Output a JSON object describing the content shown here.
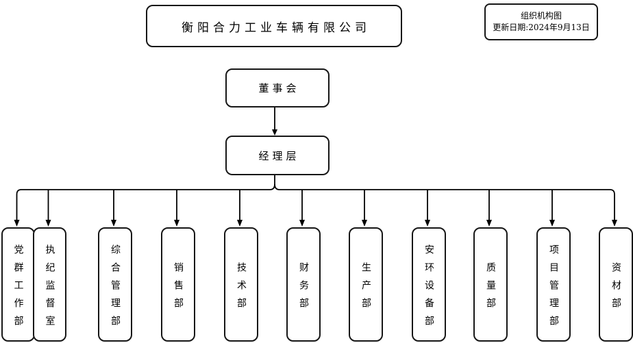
{
  "company_title": "衡阳合力工业车辆有限公司",
  "legend": {
    "title": "组织机构图",
    "updated": "更新日期:2024年9月13日"
  },
  "nodes": {
    "board": "董事会",
    "management": "经理层"
  },
  "departments": [
    "党群工作部",
    "执纪监督室",
    "综合管理部",
    "销售部",
    "技术部",
    "财务部",
    "生产部",
    "安环设备部",
    "质量部",
    "项目管理部",
    "资材部"
  ],
  "structure": {
    "root": "董事会",
    "root_child": "经理层",
    "management_children": [
      "党群工作部",
      "执纪监督室",
      "综合管理部",
      "销售部",
      "技术部",
      "财务部",
      "生产部",
      "安环设备部",
      "质量部",
      "项目管理部",
      "资材部"
    ]
  },
  "colors": {
    "line": "#000000",
    "box_border": "#161616",
    "background": "#ffffff"
  }
}
